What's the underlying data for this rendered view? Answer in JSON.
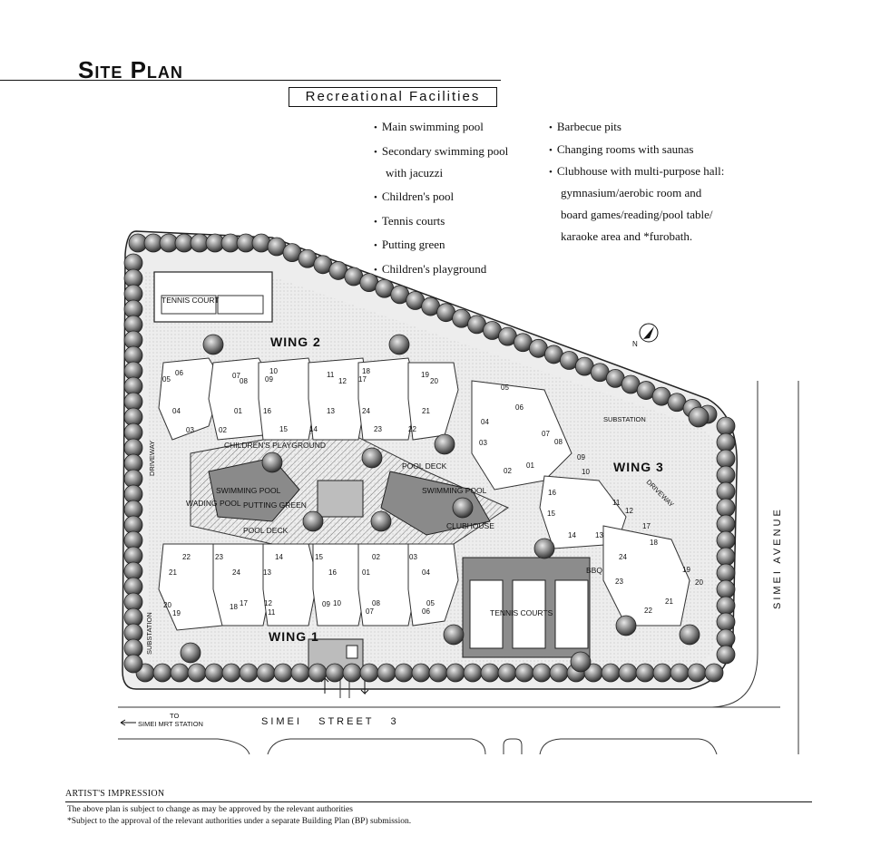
{
  "header": {
    "title": "Site Plan",
    "section_box": "Recreational Facilities"
  },
  "facilities": {
    "column1": [
      "Main swimming pool",
      "Secondary swimming pool",
      "with jacuzzi",
      "Children's pool",
      "Tennis courts",
      "Putting green",
      "Children's playground"
    ],
    "column2": [
      "Barbecue pits",
      "Changing rooms with saunas",
      "Clubhouse with multi-purpose hall:",
      "gymnasium/aerobic room and",
      "board games/reading/pool table/",
      "karaoke area and *furobath."
    ]
  },
  "map": {
    "labels": {
      "tennis_court_small": "TENNIS COURT",
      "wing2": "WING 2",
      "wing1": "WING 1",
      "wing3": "WING 3",
      "childrens_playground": "CHILDREN'S PLAYGROUND",
      "swimming_pool_left": "SWIMMING POOL",
      "wading_pool": "WADING POOL",
      "putting_green": "PUTTING GREEN",
      "pool_deck_left": "POOL DECK",
      "pool_deck_right": "POOL DECK",
      "swimming_pool_right": "SWIMMING POOL",
      "clubhouse": "CLUBHOUSE",
      "tennis_courts": "TENNIS COURTS",
      "bbq": "BBQ",
      "substation_top": "SUBSTATION",
      "substation_left": "SUBSTATION",
      "driveway_left": "DRIVEWAY",
      "driveway_right": "DRIVEWAY",
      "north": "N",
      "street": "SIMEI   STREET   3",
      "avenue": "SIMEI AVENUE",
      "to": "TO",
      "mrt": "SIMEI MRT STATION"
    },
    "unit_numbers": {
      "wing2_top": [
        "06",
        "05",
        "07",
        "08",
        "10",
        "09",
        "11",
        "12",
        "18",
        "17",
        "19",
        "20"
      ],
      "wing2_mid": [
        "04",
        "03",
        "01",
        "02",
        "16",
        "15",
        "14",
        "13",
        "24",
        "23",
        "21",
        "22"
      ],
      "wing3": [
        "05",
        "06",
        "04",
        "03",
        "07",
        "08",
        "02",
        "01",
        "09",
        "10",
        "16",
        "15",
        "11",
        "12",
        "14",
        "13",
        "17",
        "18",
        "24",
        "23",
        "19",
        "20",
        "21",
        "22"
      ],
      "wing1_mid": [
        "22",
        "23",
        "21",
        "24",
        "14",
        "15",
        "13",
        "16",
        "02",
        "03",
        "01",
        "04"
      ],
      "wing1_bottom": [
        "20",
        "19",
        "18",
        "17",
        "12",
        "11",
        "10",
        "09",
        "08",
        "07",
        "05",
        "06"
      ]
    }
  },
  "footer": {
    "artists_impression": "ARTIST'S IMPRESSION",
    "note1": "The above plan is subject to change as may be approved by the relevant authorities",
    "note2": "*Subject to the approval of the relevant authorities under a separate Building Plan (BP) submission."
  }
}
